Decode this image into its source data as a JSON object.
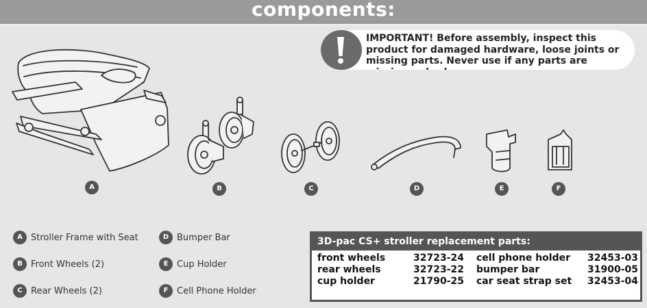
{
  "header": {
    "title": "components:"
  },
  "warning": {
    "text": "IMPORTANT! Before assembly, inspect this product for damaged hardware, loose joints or missing parts. Never use if any parts are missing or broken."
  },
  "parts": [
    {
      "letter": "A",
      "label": "Stroller Frame with Seat"
    },
    {
      "letter": "B",
      "label": "Front Wheels (2)"
    },
    {
      "letter": "C",
      "label": "Rear Wheels (2)"
    },
    {
      "letter": "D",
      "label": "Bumper Bar"
    },
    {
      "letter": "E",
      "label": "Cup Holder"
    },
    {
      "letter": "F",
      "label": "Cell Phone Holder"
    }
  ],
  "replacement": {
    "title": "3D-pac CS+ stroller replacement parts:",
    "items": [
      {
        "name": "front wheels",
        "number": "32723-24"
      },
      {
        "name": "rear wheels",
        "number": "32723-22"
      },
      {
        "name": "cup holder",
        "number": "21790-25"
      },
      {
        "name": "cell phone holder",
        "number": "32453-03"
      },
      {
        "name": "bumper bar",
        "number": "31900-05"
      },
      {
        "name": "car seat strap set",
        "number": "32453-04"
      }
    ]
  },
  "colors": {
    "header_bg": "#9a9a9a",
    "page_bg": "#e6e6e6",
    "badge": "#555555",
    "box_header": "#555555"
  }
}
